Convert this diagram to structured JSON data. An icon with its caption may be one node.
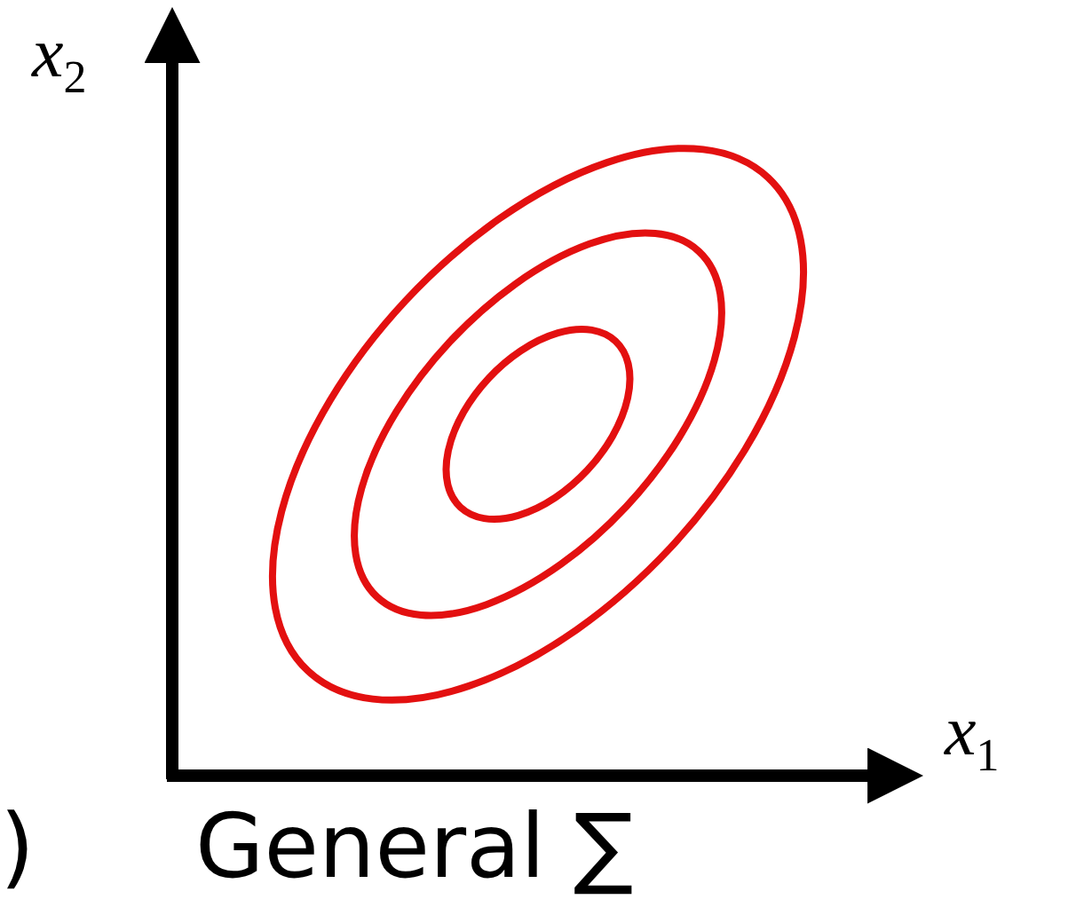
{
  "diagram": {
    "labels": [
      "*x*$_{2}$",
      "*x*$_{1}$",
      ")",
      "General ∑"
    ]
  }
}
